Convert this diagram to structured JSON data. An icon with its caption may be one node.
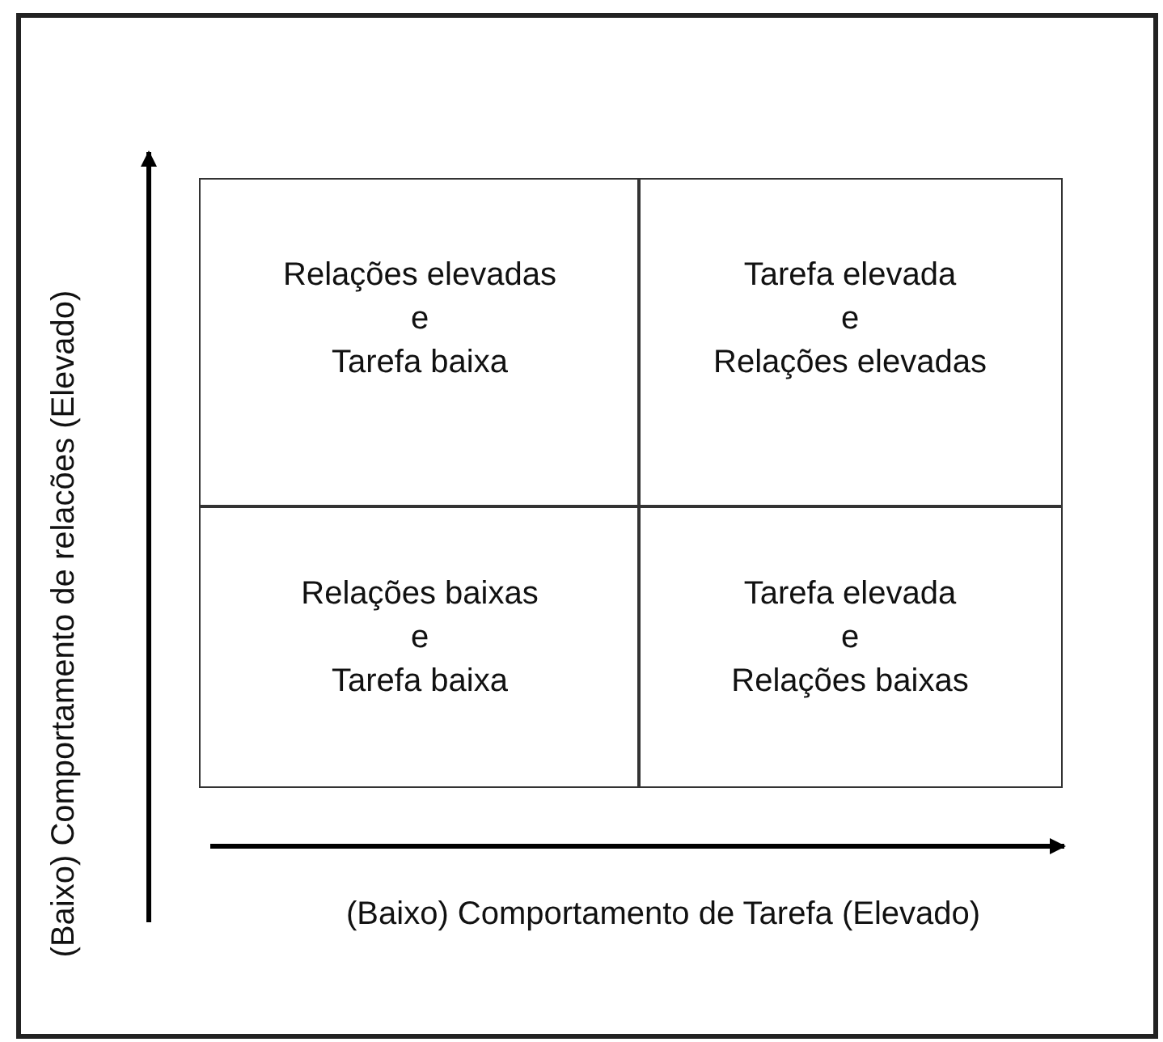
{
  "diagram": {
    "nodes": [
      {
        "text": [
          "Relações elevadas e Tarefa baixa"
        ]
      },
      {
        "text": [
          "Tarefa elevada e Relações elevadas"
        ]
      },
      {
        "text": [
          "Relações baixas e Tarefa baixa"
        ]
      },
      {
        "text": [
          "Tarefa elevada e Relações baixas"
        ]
      }
    ],
    "edges": [],
    "labels": [
      "(Baixo) Comportamento de relacões (Elevado)",
      "(Baixo) Comportamento de Tarefa (Elevado)"
    ]
  }
}
